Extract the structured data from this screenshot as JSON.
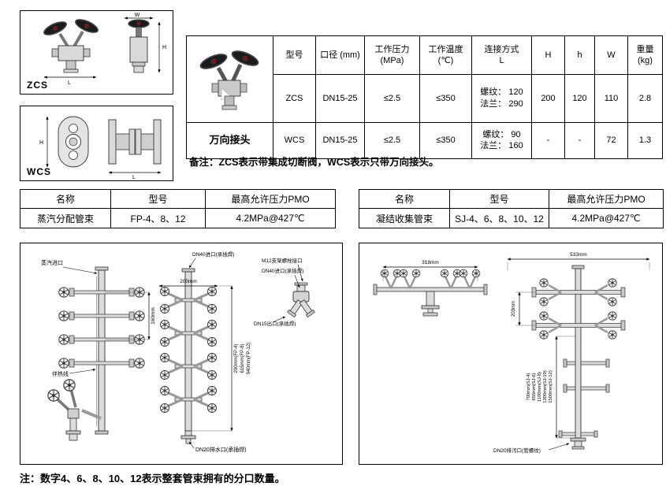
{
  "top_left": {
    "zcs": {
      "label": "ZCS",
      "dim_w": "W",
      "dim_h": "H",
      "dim_l": "L"
    },
    "wcs": {
      "label": "WCS",
      "dim_h": "H",
      "dim_l": "L"
    }
  },
  "spec_table": {
    "product_name": "万向接头",
    "headers": {
      "model": "型号",
      "diameter": "口径 (mm)",
      "pressure": "工作压力(MPa)",
      "temperature": "工作温度(℃)",
      "connection": "连接方式\nL",
      "H": "H",
      "h": "h",
      "W": "W",
      "weight": "重量\n(kg)"
    },
    "rows": [
      {
        "model": "ZCS",
        "diameter": "DN15-25",
        "pressure": "≤2.5",
        "temperature": "≤350",
        "connection": "螺纹： 120\n法兰： 290",
        "H": "200",
        "h": "120",
        "W": "110",
        "weight": "2.8"
      },
      {
        "model": "WCS",
        "diameter": "DN15-25",
        "pressure": "≤2.5",
        "temperature": "≤350",
        "connection": "螺纹： 90\n法兰： 160",
        "H": "-",
        "h": "-",
        "W": "72",
        "weight": "1.3"
      }
    ],
    "remark": "备注：ZCS表示带集成切断阀，WCS表示只带万向接头。"
  },
  "manifold_tables": {
    "left": {
      "headers": [
        "名称",
        "型号",
        "最高允许压力PMO"
      ],
      "row": [
        "蒸汽分配管束",
        "FP-4、8、12",
        "4.2MPa@427℃"
      ]
    },
    "right": {
      "headers": [
        "名称",
        "型号",
        "最高允许压力PMO"
      ],
      "row": [
        "凝结收集管束",
        "SJ-4、6、8、10、12",
        "4.2MPa@427℃"
      ]
    }
  },
  "fp_diagram": {
    "steam_inlet": "蒸汽进口",
    "trace_line": "伴热线",
    "dim_160": "160mm",
    "dim_200": "200mm",
    "dn40_top": "DN40进口(承插焊)",
    "m12": "M12支架螺栓接口",
    "dn40_side": "DN40进口(承插焊)",
    "dn15_out": "DN15出口(承插焊)",
    "h_fp4": "290mm(FP-4)",
    "h_fp8": "615mm(FP-8)",
    "h_fp12": "940mm(FP-12)",
    "dn20_drain": "DN20排水口(承插焊)"
  },
  "sj_diagram": {
    "dim_318": "318mm",
    "dim_533": "533mm",
    "dim_203": "203mm",
    "heights": [
      "700mm(SJ-4)",
      "850mm(SJ-6)",
      "1100mm(SJ-8)",
      "1300mm(SJ-10)",
      "1500mm(SJ-12)"
    ],
    "dn20_blowoff": "DN20排污口(管螺纹)"
  },
  "footer_note": "注：数字4、6、8、10、12表示整套管束拥有的分口数量。"
}
